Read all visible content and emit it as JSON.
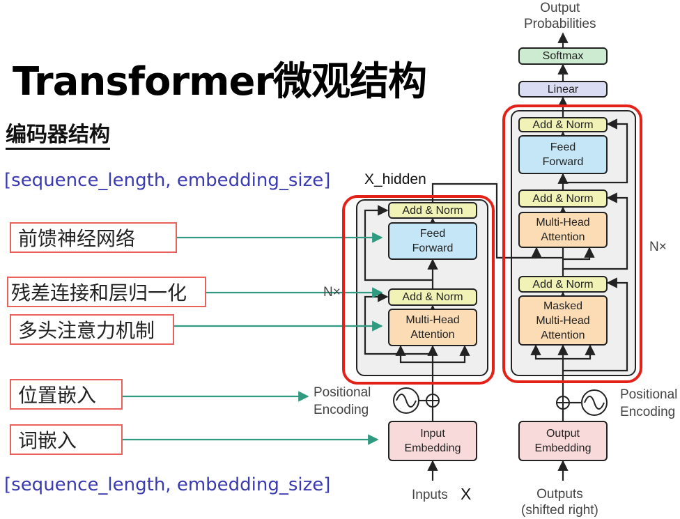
{
  "title": "Transformer微观结构",
  "subtitle": "编码器结构",
  "shape_top": "[sequence_length, embedding_size]",
  "shape_bottom": "[sequence_length, embedding_size]",
  "annotations": {
    "feed_forward": "前馈神经网络",
    "residual_norm": "残差连接和层归一化",
    "multi_head": "多头注意力机制",
    "positional": "位置嵌入",
    "word_embedding": "词嵌入"
  },
  "encoder": {
    "add_norm_top": "Add & Norm",
    "feed_forward": "Feed\nForward",
    "add_norm_bottom": "Add & Norm",
    "multi_head": "Multi-Head\nAttention",
    "nx": "N×",
    "positional_encoding": "Positional\nEncoding",
    "input_embedding": "Input\nEmbedding",
    "inputs": "Inputs",
    "inputs_x": "X",
    "hidden_label": "X_hidden"
  },
  "decoder": {
    "output_probabilities": "Output\nProbabilities",
    "softmax": "Softmax",
    "linear": "Linear",
    "add_norm_1": "Add & Norm",
    "feed_forward": "Feed\nForward",
    "add_norm_2": "Add & Norm",
    "multi_head": "Multi-Head\nAttention",
    "add_norm_3": "Add & Norm",
    "masked_multi_head": "Masked\nMulti-Head\nAttention",
    "nx": "N×",
    "positional_encoding": "Positional\nEncoding",
    "output_embedding": "Output\nEmbedding",
    "outputs": "Outputs\n(shifted right)"
  },
  "colors": {
    "highlight_red": "#e32119",
    "arrow_teal": "#2f9a7f",
    "annotation_border": "#e8615a",
    "shape_text_blue": "#3a3ab0"
  }
}
